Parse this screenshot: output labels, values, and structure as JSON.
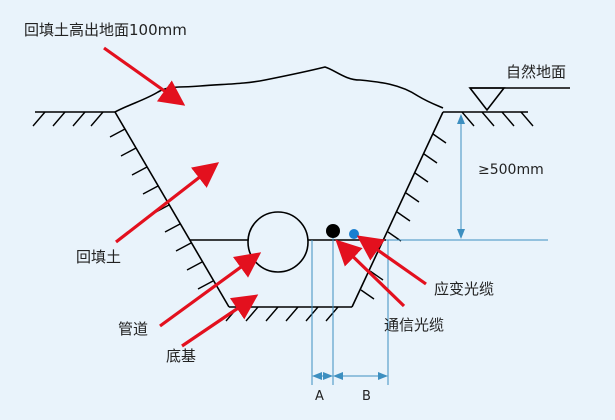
{
  "labels": {
    "backfill_height": "回填土高出地面100mm",
    "natural_ground": "自然地面",
    "min_depth": "≥500mm",
    "backfill": "回填土",
    "pipe": "管道",
    "base": "底基",
    "power_cable": "应变光缆",
    "comm_cable": "通信光缆",
    "dim_a": "A",
    "dim_b": "B"
  },
  "colors": {
    "arrow": "#e3101e",
    "dimension": "#3d8fc0",
    "line": "#000000",
    "comm_cable_dot": "#000000",
    "power_cable_dot": "#1a7fd0",
    "background": "#e9f3fb"
  }
}
